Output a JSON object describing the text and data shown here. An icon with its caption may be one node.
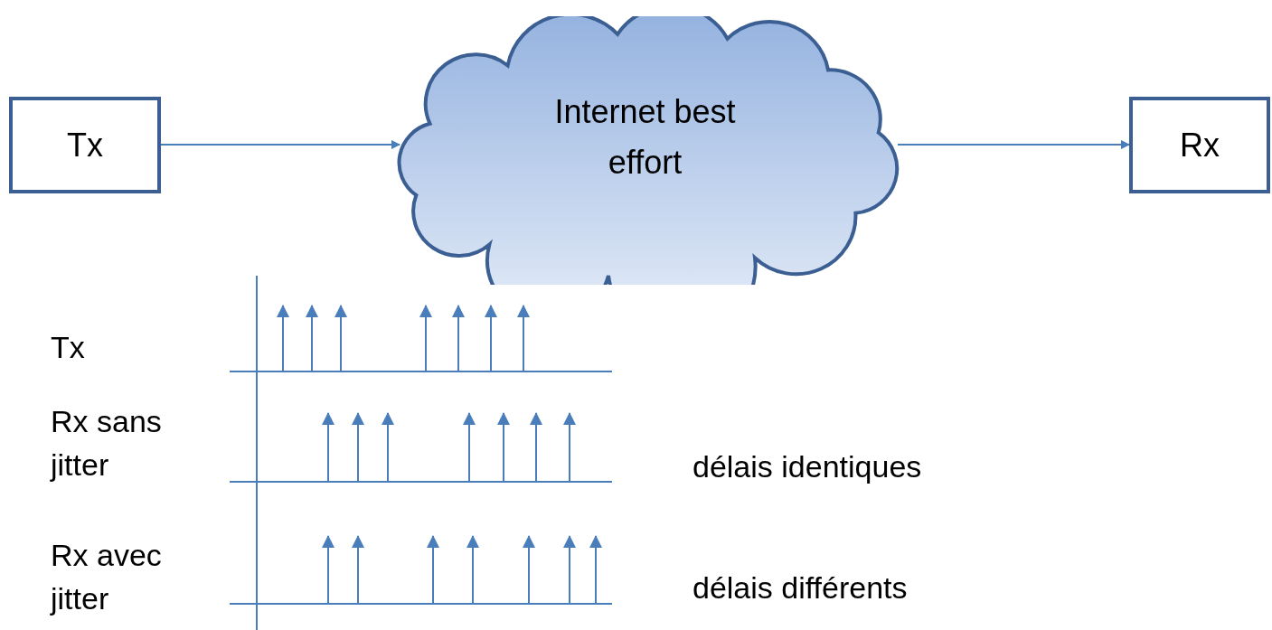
{
  "diagram": {
    "nodes": [
      {
        "text": [
          "Tx"
        ]
      },
      {
        "text": [
          "Internet best effort"
        ]
      },
      {
        "text": [
          "Rx"
        ]
      }
    ],
    "edges": [
      {
        "from": 0,
        "to": 1,
        "arrow": "to"
      },
      {
        "from": 1,
        "to": 2,
        "arrow": "to"
      }
    ],
    "labels": [
      "Tx",
      "Rx sans jitter",
      "délais identiques",
      "Rx avec jitter",
      "délais différents"
    ]
  }
}
